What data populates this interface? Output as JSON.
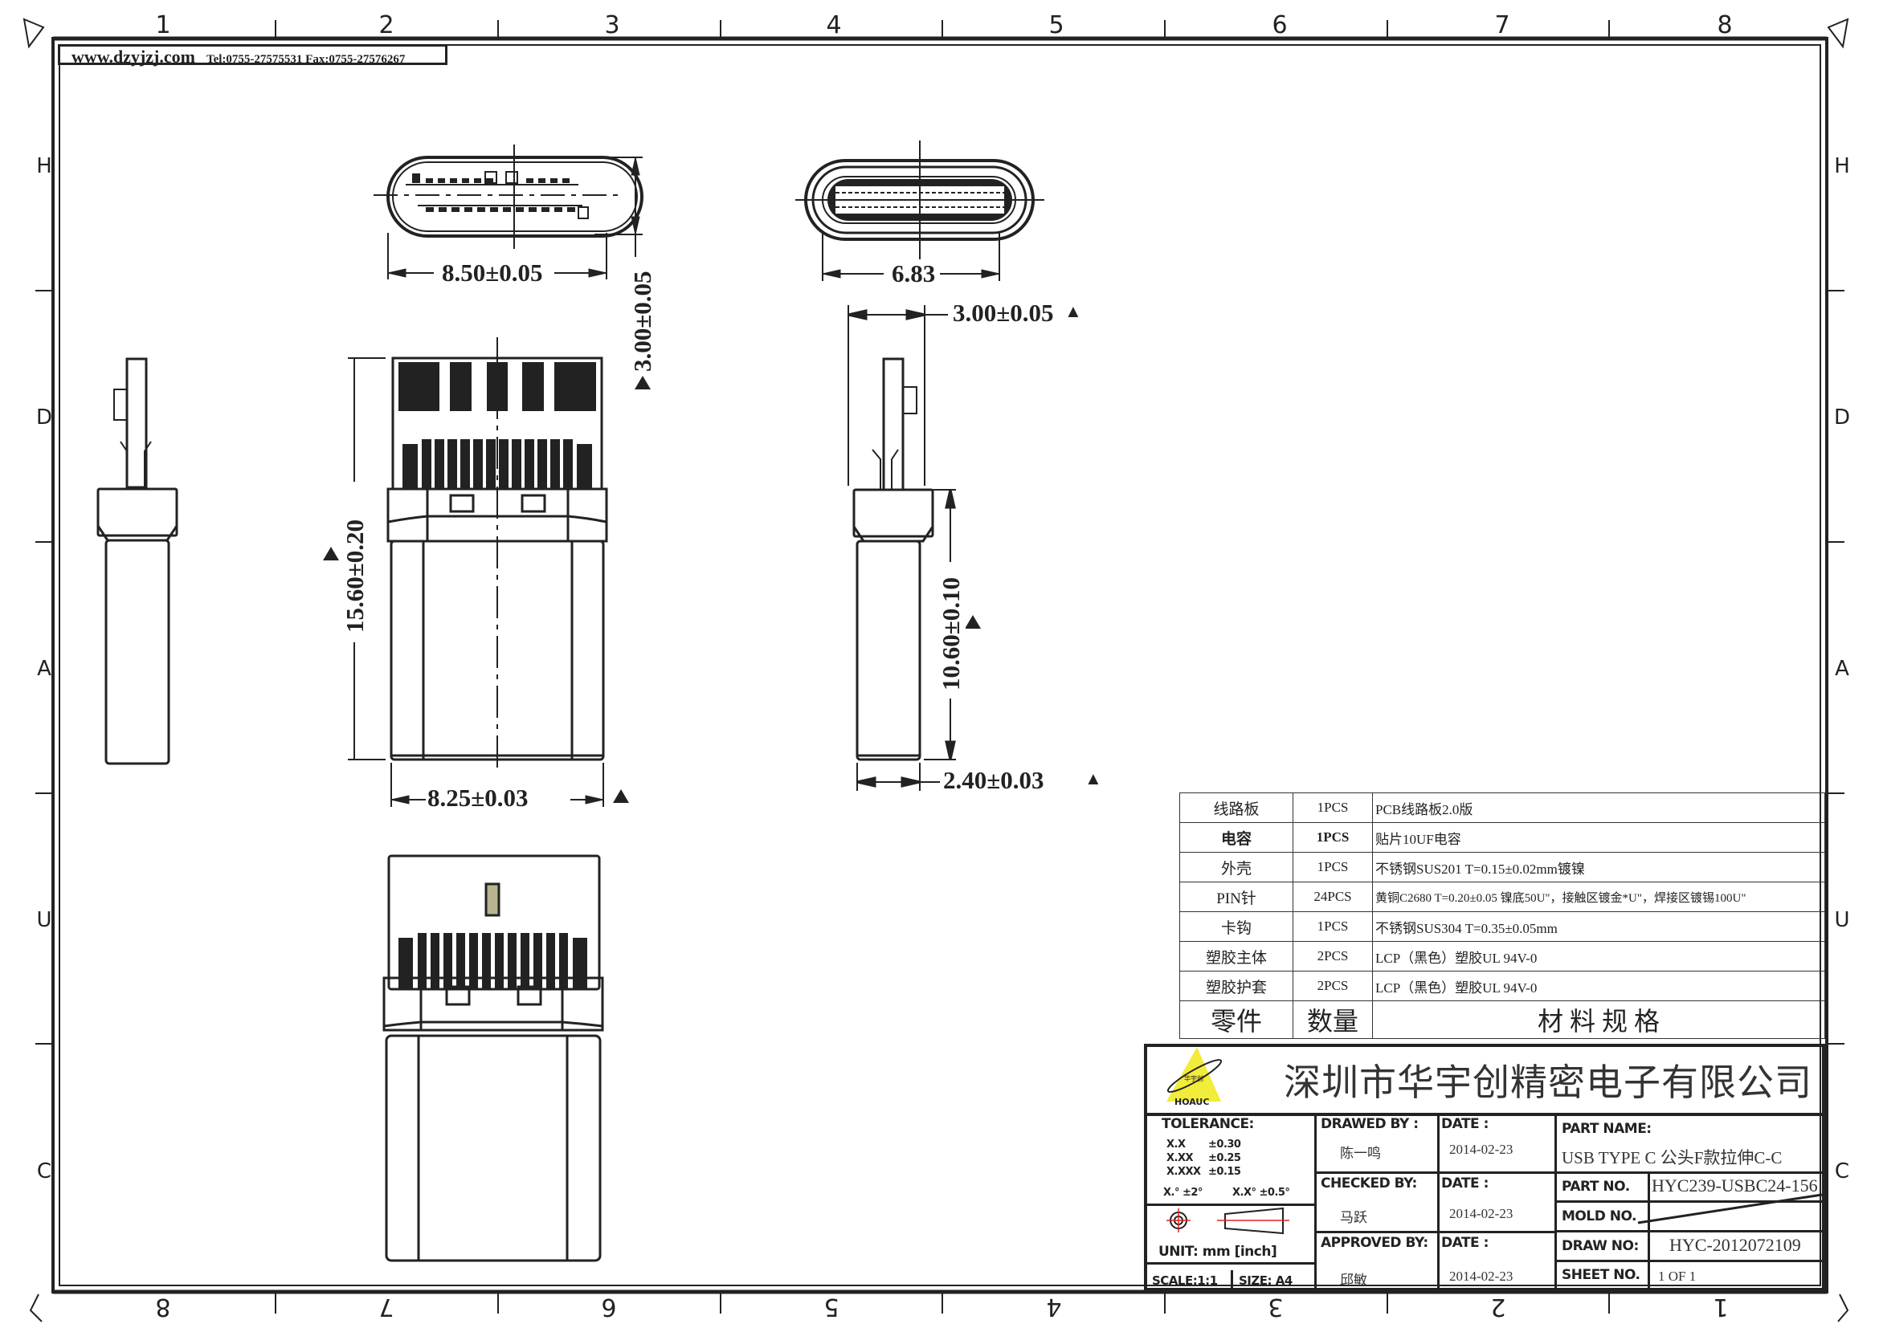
{
  "header": {
    "website": "www.dzyjzj.com",
    "contact": "Tel:0755-27575531  Fax:0755-27576267"
  },
  "grid": {
    "top_columns": [
      "1",
      "2",
      "3",
      "4",
      "5",
      "6",
      "7",
      "8"
    ],
    "bottom_columns": [
      "8",
      "7",
      "6",
      "5",
      "4",
      "3",
      "2",
      "1"
    ],
    "rows": [
      "H",
      "D",
      "A",
      "U",
      "C"
    ]
  },
  "dimensions": {
    "top_width": "8.50±0.05",
    "top_height": "3.00±0.05",
    "front_width": "6.83",
    "side_thickness": "3.00±0.05",
    "body_length": "15.60±0.20",
    "body_width": "8.25±0.03",
    "shell_length": "10.60±0.10",
    "shell_thickness": "2.40±0.03",
    "critical_marker": "▲"
  },
  "bom": {
    "rows": [
      {
        "part": "线路板",
        "qty": "1PCS",
        "spec": "PCB线路板2.0版",
        "bold": false
      },
      {
        "part": "电容",
        "qty": "1PCS",
        "spec": "贴片10UF电容",
        "bold": true
      },
      {
        "part": "外壳",
        "qty": "1PCS",
        "spec": "不锈钢SUS201 T=0.15±0.02mm镀镍",
        "bold": false
      },
      {
        "part": "PIN针",
        "qty": "24PCS",
        "spec": "黄铜C2680 T=0.20±0.05 镍底50U\"，接触区镀金*U\"，焊接区镀锡100U\"",
        "bold": false
      },
      {
        "part": "卡钩",
        "qty": "1PCS",
        "spec": "不锈钢SUS304 T=0.35±0.05mm",
        "bold": false
      },
      {
        "part": "塑胶主体",
        "qty": "2PCS",
        "spec": "LCP（黑色）塑胶UL 94V-0",
        "bold": false
      },
      {
        "part": "塑胶护套",
        "qty": "2PCS",
        "spec": "LCP（黑色）塑胶UL 94V-0",
        "bold": false
      }
    ],
    "headers": {
      "part": "零件",
      "qty": "数量",
      "spec": "材 料 规 格"
    }
  },
  "title_block": {
    "company": "深圳市华宇创精密电子有限公司",
    "logo_text": "HOAUC",
    "tolerance_label": "TOLERANCE:",
    "tolerances": [
      {
        "k": "X.X",
        "v": "±0.30"
      },
      {
        "k": "X.XX",
        "v": "±0.25"
      },
      {
        "k": "X.XXX",
        "v": "±0.15"
      }
    ],
    "angle_tol": "X.° ±2°",
    "angle_tol2": "X.X° ±0.5°",
    "unit": "UNIT:  mm  [inch]",
    "scale": "SCALE:1:1",
    "size": "SIZE:  A4",
    "drawed_by_label": "DRAWED BY :",
    "drawed_by": "陈一鸣",
    "checked_by_label": "CHECKED BY:",
    "checked_by": "马跃",
    "approved_by_label": "APPROVED BY:",
    "approved_by": "邱敏",
    "date_label": "DATE :",
    "drawed_date": "2014-02-23",
    "checked_date": "2014-02-23",
    "approved_date": "2014-02-23",
    "part_name_label": "PART NAME:",
    "part_name": "USB TYPE C 公头F款拉伸C-C",
    "part_no_label": "PART NO.",
    "part_no": "HYC239-USBC24-156",
    "mold_no_label": "MOLD NO.",
    "mold_no": "",
    "draw_no_label": "DRAW NO:",
    "draw_no": "HYC-2012072109",
    "sheet_no_label": "SHEET NO.",
    "sheet_no": "1 OF 1"
  }
}
